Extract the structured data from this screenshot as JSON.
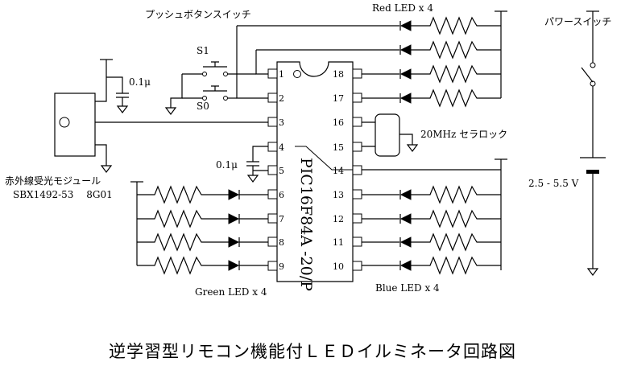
{
  "title": "逆学習型リモコン機能付ＬＥＤイルミネータ回路図",
  "labels": {
    "push_switch": "プッシュボタンスイッチ",
    "s1": "S1",
    "s0": "S0",
    "cap_top": "0.1μ",
    "cap_bottom": "0.1μ",
    "ir_module_line1": "赤外線受光モジュール",
    "ir_module_line2": "SBX1492-53　 8G01",
    "red_led": "Red LED x 4",
    "green_led": "Green LED x 4",
    "blue_led": "Blue LED x 4",
    "resonator": "20MHz セラロック",
    "power_switch": "パワースイッチ",
    "voltage": "2.5 - 5.5 V",
    "chip": "PIC16F84A -20/P"
  },
  "pins_left": [
    "1",
    "2",
    "3",
    "4",
    "5",
    "6",
    "7",
    "8",
    "9"
  ],
  "pins_right": [
    "18",
    "17",
    "16",
    "15",
    "14",
    "13",
    "12",
    "11",
    "10"
  ]
}
